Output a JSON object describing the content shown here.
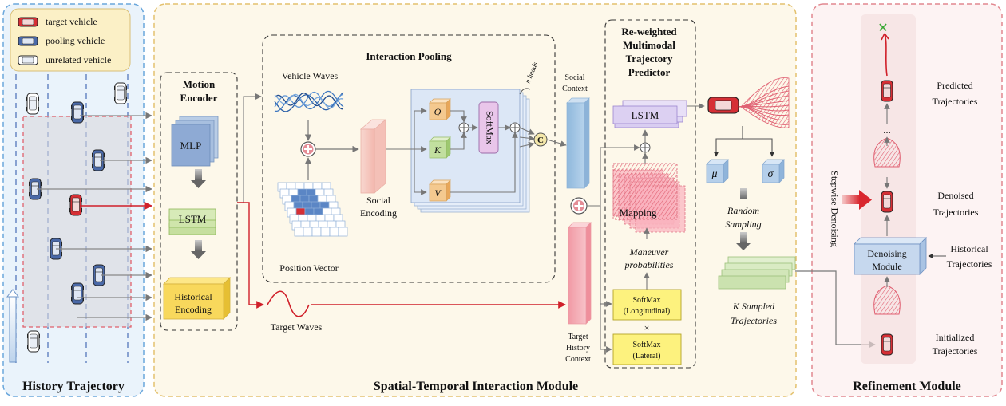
{
  "legend": {
    "target": "target vehicle",
    "pooling": "pooling vehicle",
    "unrelated": "unrelated vehicle"
  },
  "panels": {
    "history": "History Trajectory",
    "stim": "Spatial-Temporal Interaction Module",
    "refine": "Refinement Module"
  },
  "motion_encoder": {
    "title_line1": "Motion",
    "title_line2": "Encoder",
    "mlp": "MLP",
    "lstm": "LSTM",
    "hist_line1": "Historical",
    "hist_line2": "Encoding"
  },
  "pooling": {
    "title": "Interaction Pooling",
    "vehicle_waves": "Vehicle Waves",
    "position_vector": "Position Vector",
    "social_line1": "Social",
    "social_line2": "Encoding",
    "q": "Q",
    "k": "K",
    "v": "V",
    "softmax": "SoftMax",
    "n_heads": "n heads",
    "concat": "C"
  },
  "context": {
    "social_line1": "Social",
    "social_line2": "Context",
    "target_line1": "Target",
    "target_line2": "History",
    "target_line3": "Context",
    "target_waves": "Target Waves"
  },
  "predictor": {
    "title_line1": "Re-weighted",
    "title_line2": "Multimodal",
    "title_line3": "Trajectory",
    "title_line4": "Predictor",
    "lstm": "LSTM",
    "mapping": "Mapping",
    "maneuver_line1": "Maneuver",
    "maneuver_line2": "probabilities",
    "soft_long_line1": "SoftMax",
    "soft_long_line2": "(Longitudinal)",
    "times": "×",
    "soft_lat_line1": "SoftMax",
    "soft_lat_line2": "(Lateral)"
  },
  "sampling": {
    "mu": "μ",
    "sigma": "σ",
    "random_line1": "Random",
    "random_line2": "Sampling",
    "k_line1": "K Sampled",
    "k_line2": "Trajectories"
  },
  "refinement": {
    "stepwise": "Stepwise Denoising",
    "predicted_line1": "Predicted",
    "predicted_line2": "Trajectories",
    "ellipsis": "...",
    "denoised_line1": "Denoised",
    "denoised_line2": "Trajectories",
    "module_line1": "Denoising",
    "module_line2": "Module",
    "historical_line1": "Historical",
    "historical_line2": "Trajectories",
    "initialized_line1": "Initialized",
    "initialized_line2": "Trajectories"
  },
  "colors": {
    "target": "#d62f35",
    "pooling": "#4a69a8",
    "arrow_red": "#d0202a",
    "history_bg": "#eaf3fb",
    "stim_bg": "#fdf8ea",
    "refine_bg": "#fbf0f0"
  }
}
